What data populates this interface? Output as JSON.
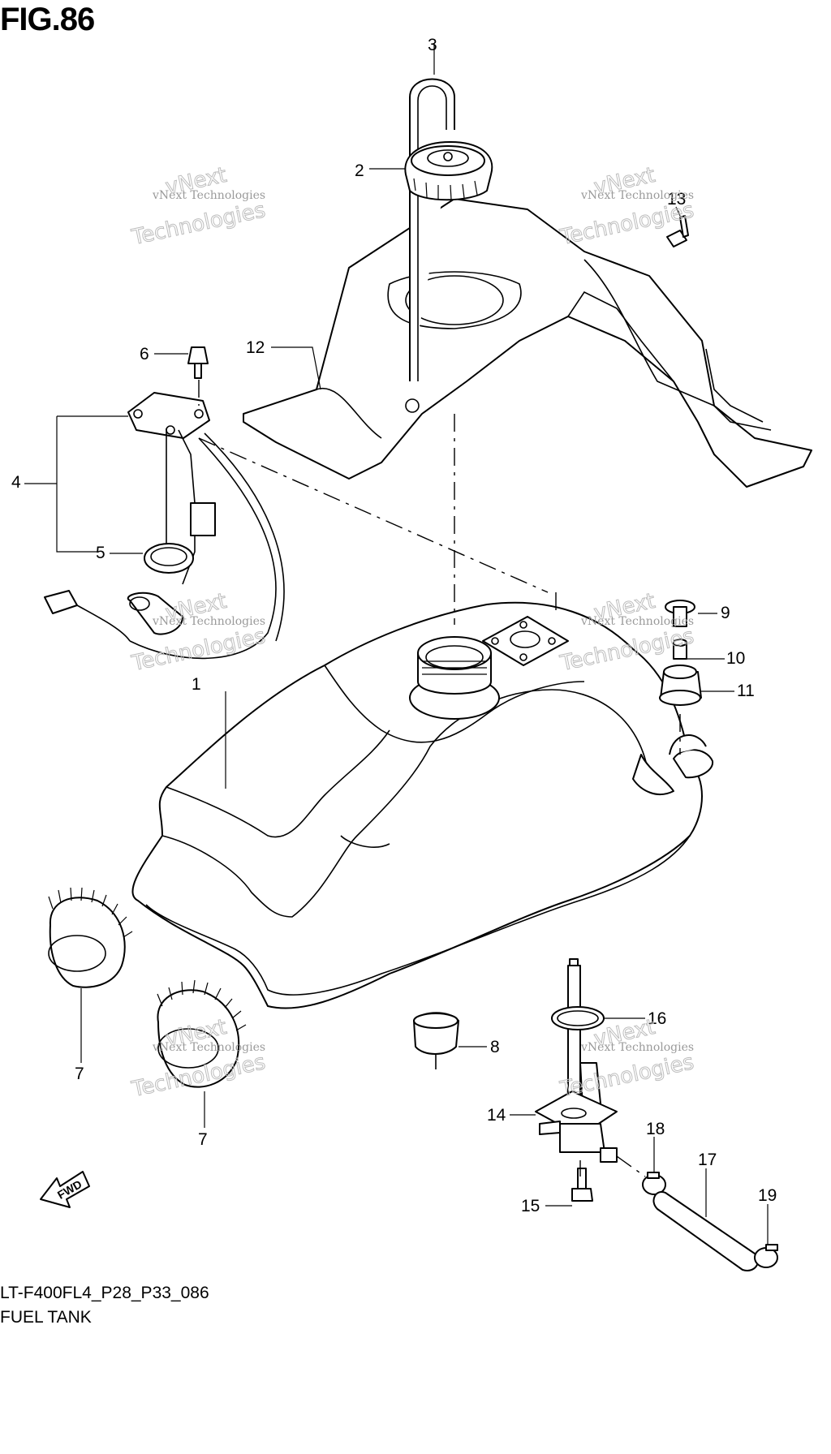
{
  "figure": {
    "title": "FIG.86",
    "code": "LT-F400FL4_P28_P33_086",
    "name": "FUEL TANK"
  },
  "watermark": {
    "line1": "vNext Technologies",
    "line2": "vNext",
    "line3": "Technologies"
  },
  "direction_badge": "FWD",
  "callouts": [
    {
      "id": "1",
      "label": "1"
    },
    {
      "id": "2",
      "label": "2"
    },
    {
      "id": "3",
      "label": "3"
    },
    {
      "id": "4",
      "label": "4"
    },
    {
      "id": "5",
      "label": "5"
    },
    {
      "id": "6",
      "label": "6"
    },
    {
      "id": "7a",
      "label": "7"
    },
    {
      "id": "7b",
      "label": "7"
    },
    {
      "id": "8",
      "label": "8"
    },
    {
      "id": "9",
      "label": "9"
    },
    {
      "id": "10",
      "label": "10"
    },
    {
      "id": "11",
      "label": "11"
    },
    {
      "id": "12",
      "label": "12"
    },
    {
      "id": "13",
      "label": "13"
    },
    {
      "id": "14",
      "label": "14"
    },
    {
      "id": "15",
      "label": "15"
    },
    {
      "id": "16",
      "label": "16"
    },
    {
      "id": "17",
      "label": "17"
    },
    {
      "id": "18",
      "label": "18"
    },
    {
      "id": "19",
      "label": "19"
    }
  ]
}
